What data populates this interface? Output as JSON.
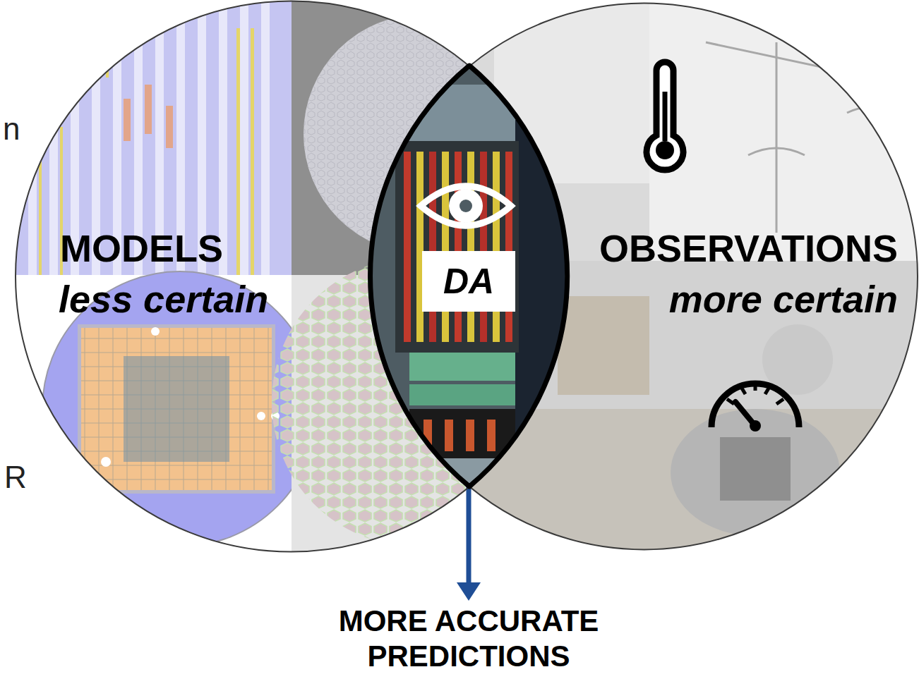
{
  "diagram": {
    "nodes": [
      {
        "text": [
          "MODELS",
          "less certain"
        ]
      },
      {
        "text": [
          "OBSERVATIONS",
          "more certain"
        ]
      },
      {
        "text": [
          "DA"
        ]
      },
      {
        "text": [
          "MORE ACCURATE PREDICTIONS"
        ]
      }
    ],
    "edges": [
      {
        "from": 2,
        "to": 3,
        "arrow": "to"
      }
    ],
    "labels": [
      "n",
      "R"
    ]
  }
}
